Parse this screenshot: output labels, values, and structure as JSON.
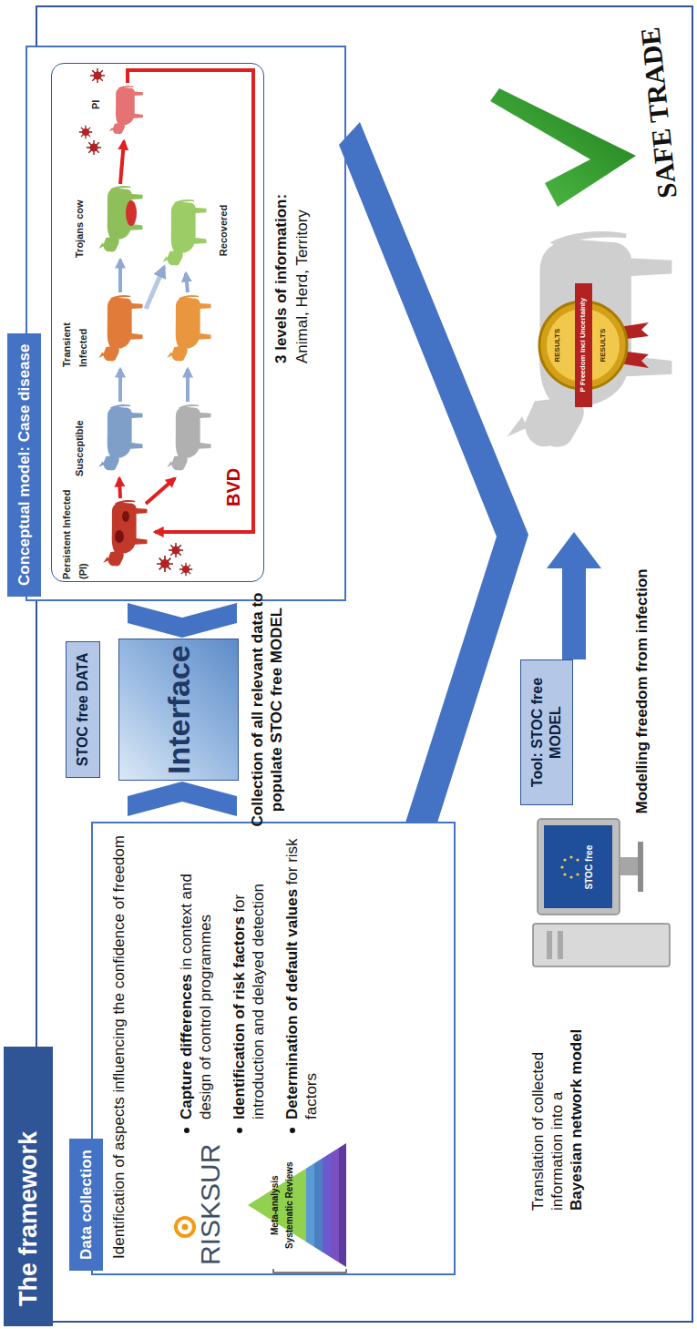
{
  "diagram": {
    "title": "The framework",
    "nodes": [
      {
        "text": [
          "Identification of aspects influencing the confidence of freedom",
          "Capture differences",
          "in context and design of control programmes",
          "Identification of risk factors",
          "for introduction and delayed detection",
          "Determination of default values",
          "for risk factors"
        ]
      },
      {
        "text": [
          "Data collection"
        ],
        "in": 0
      },
      {
        "text": [
          "STOC free DATA"
        ]
      },
      {
        "text": [
          "Interface"
        ]
      },
      {
        "text": [
          "3 levels of information:",
          "Animal, Herd, Territory"
        ]
      },
      {
        "text": [
          "Conceptual model: Case disease"
        ],
        "in": 4
      },
      {
        "text": [
          "Persistent Infected (PI)",
          "Susceptible",
          "Transient Infected",
          "Trojans cow",
          "PI",
          "Recovered",
          "BVD"
        ],
        "in": 4
      },
      {
        "text": [
          "Tool: STOC free MODEL"
        ]
      }
    ],
    "labels": [
      "RISKSUR",
      "Meta-analysis",
      "Systematic Reviews",
      "Collection of all relevant data to populate STOC free MODEL",
      "Translation of collected information into a",
      "Bayesian network model",
      "STOC free",
      "Modelling freedom from infection",
      "RESULTS",
      "P Freedom incl Uncertainty",
      "RESULTS",
      "SAFE TRADE"
    ]
  }
}
